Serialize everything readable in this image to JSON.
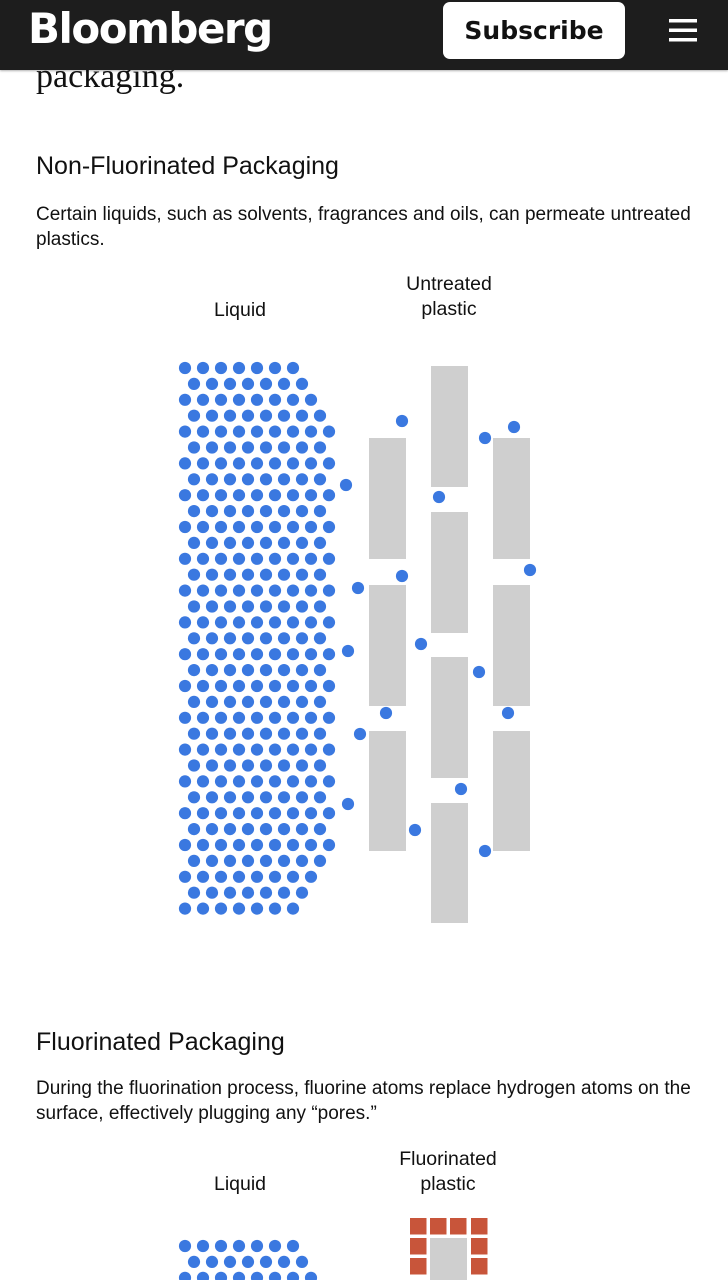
{
  "header": {
    "logo": "Bloomberg",
    "subscribe_label": "Subscribe",
    "menu_icon": "hamburger-menu-icon"
  },
  "article": {
    "previous_text_fragment": "packaging."
  },
  "sections": [
    {
      "heading": "Non-Fluorinated Packaging",
      "description": "Certain liquids, such as solvents, fragrances and oils, can permeate untreated plastics.",
      "liquid_label": "Liquid",
      "plastic_label_line1": "Untreated",
      "plastic_label_line2": "plastic"
    },
    {
      "heading": "Fluorinated Packaging",
      "description": "During the fluorination process, fluorine atoms replace hydrogen atoms on the surface, effectively plugging any “pores.”",
      "liquid_label": "Liquid",
      "plastic_label_line1": "Fluorinated",
      "plastic_label_line2": "plastic"
    }
  ],
  "colors": {
    "header_bg": "#1d1d1d",
    "liquid_dot": "#3a78e0",
    "plastic_block": "#cfcfcf",
    "fluorine_atom": "#c8553a"
  }
}
